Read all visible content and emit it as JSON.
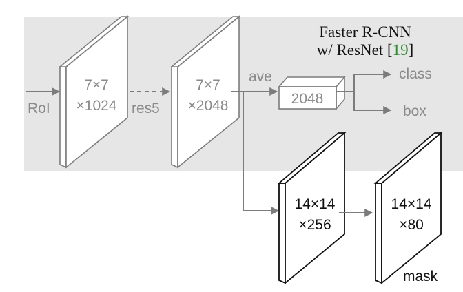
{
  "header": {
    "title_line1": "Faster R-CNN",
    "title_line2_prefix": "w/ ResNet [",
    "title_ref": "19",
    "title_line2_suffix": "]"
  },
  "labels": {
    "input": "RoI",
    "res5": "res5",
    "ave": "ave",
    "fc_dim": "2048",
    "class": "class",
    "box": "box",
    "mask": "mask"
  },
  "blocks": {
    "block1_line1": "7×7",
    "block1_line2": "×1024",
    "block2_line1": "7×7",
    "block2_line2": "×2048",
    "block3_line1": "14×14",
    "block3_line2": "×256",
    "block4_line1": "14×14",
    "block4_line2": "×80"
  },
  "colors": {
    "background_panel": "#e6e6e6",
    "grey_stroke": "#7c7c7c",
    "dark_stroke": "#111111",
    "reference_green": "#2e8b2e"
  }
}
